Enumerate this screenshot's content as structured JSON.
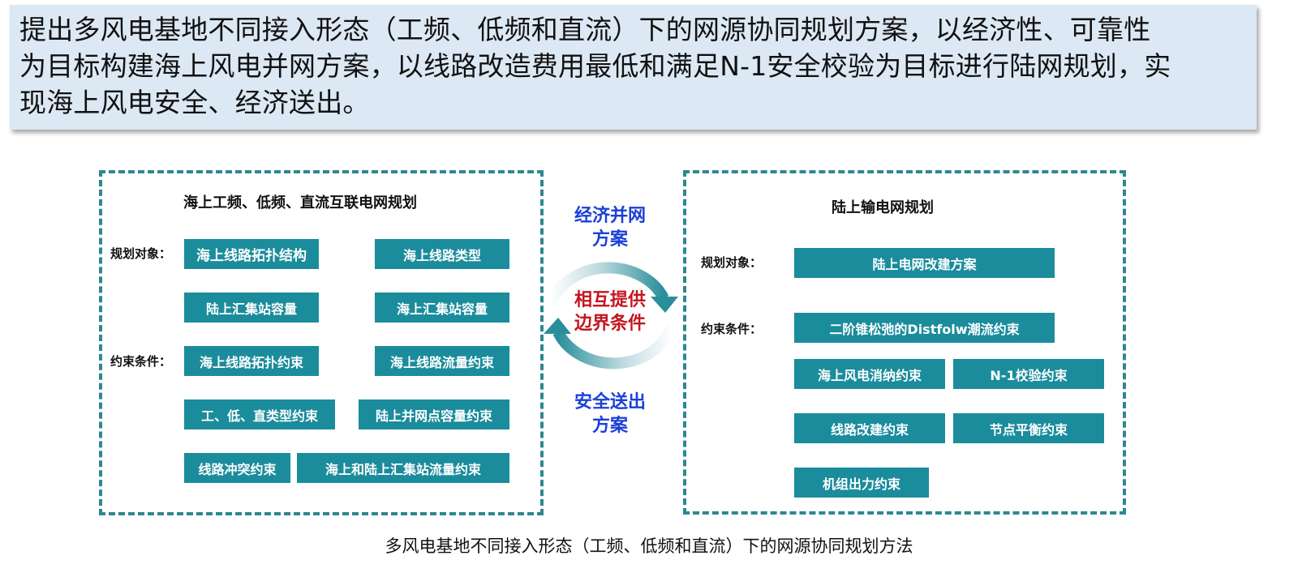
{
  "summary": {
    "lines": [
      "提出多风电基地不同接入形态（工频、低频和直流）下的网源协同规划方案，以经济性、可靠性",
      "为目标构建海上风电并网方案，以线路改造费用最低和满足N-1安全校验为目标进行陆网规划，实",
      "现海上风电安全、经济送出。"
    ]
  },
  "left_panel": {
    "title": "海上工频、低频、直流互联电网规划",
    "objects_label": "规划对象：",
    "constraints_label": "约束条件：",
    "objects": [
      "海上线路拓扑结构",
      "海上线路类型",
      "陆上汇集站容量",
      "海上汇集站容量"
    ],
    "constraints": [
      "海上线路拓扑约束",
      "海上线路流量约束",
      "工、低、直类型约束",
      "陆上并网点容量约束",
      "线路冲突约束",
      "海上和陆上汇集站流量约束"
    ]
  },
  "middle": {
    "top_text": [
      "经济并网",
      "方案"
    ],
    "center_text": [
      "相互提供",
      "边界条件"
    ],
    "bottom_text": [
      "安全送出",
      "方案"
    ],
    "colors": {
      "blue": "#1b3fd8",
      "red": "#c3161f",
      "teal": "#1b8c9c"
    }
  },
  "right_panel": {
    "title": "陆上输电网规划",
    "objects_label": "规划对象：",
    "constraints_label": "约束条件：",
    "objects": [
      "陆上电网改建方案"
    ],
    "constraints": [
      "二阶锥松弛的Distfolw潮流约束",
      "海上风电消纳约束",
      "N-1校验约束",
      "线路改建约束",
      "节点平衡约束",
      "机组出力约束"
    ]
  },
  "caption": "多风电基地不同接入形态（工频、低频和直流）下的网源协同规划方法"
}
